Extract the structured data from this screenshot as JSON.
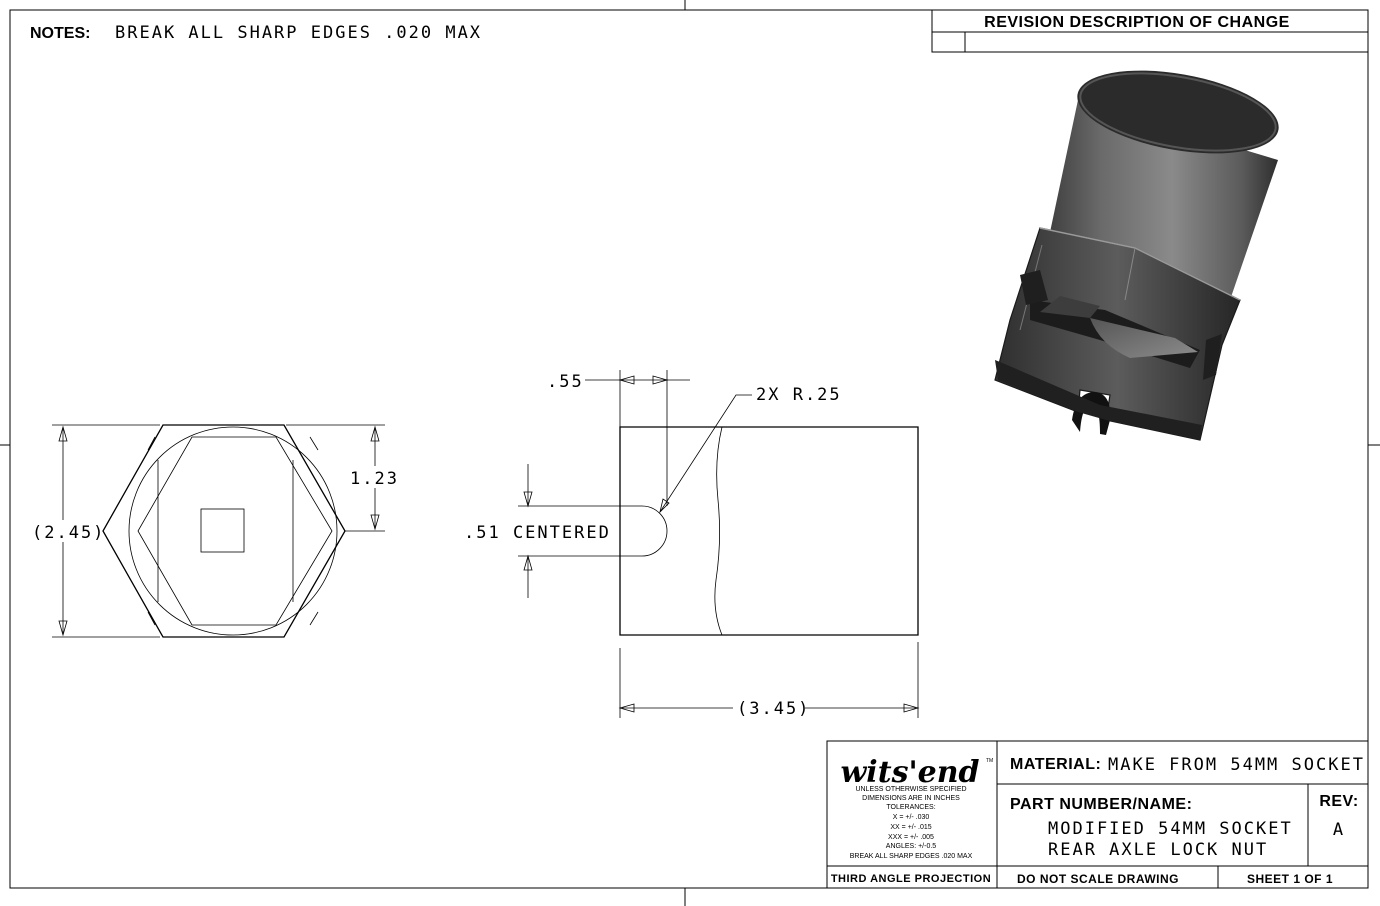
{
  "notes": {
    "label": "NOTES:",
    "text": "BREAK ALL SHARP EDGES .020 MAX"
  },
  "revision": {
    "header": "REVISION  DESCRIPTION  OF  CHANGE"
  },
  "dimensions": {
    "overall_width": "(2.45)",
    "half_height": "1.23",
    "slot_depth": ".55",
    "radius": "2X R.25",
    "slot_width": ".51 CENTERED",
    "length": "(3.45)"
  },
  "title_block": {
    "logo": "wits'end",
    "logo_tm": "TM",
    "tolerance_lines": [
      "UNLESS OTHERWISE SPECIFIED",
      "DIMENSIONS ARE IN INCHES",
      "TOLERANCES:",
      "X = +/- .030",
      "XX = +/- .015",
      "XXX = +/- .005",
      "ANGLES: +/-0.5",
      "BREAK ALL SHARP EDGES .020 MAX"
    ],
    "projection": "THIRD ANGLE PROJECTION",
    "material_label": "MATERIAL:",
    "material_value": "MAKE FROM 54MM SOCKET",
    "part_label": "PART NUMBER/NAME:",
    "part_line1": "MODIFIED 54MM SOCKET",
    "part_line2": "REAR AXLE LOCK NUT",
    "rev_label": "REV:",
    "rev_value": "A",
    "scale_note": "DO NOT SCALE DRAWING",
    "sheet": "SHEET  1  OF  1"
  }
}
